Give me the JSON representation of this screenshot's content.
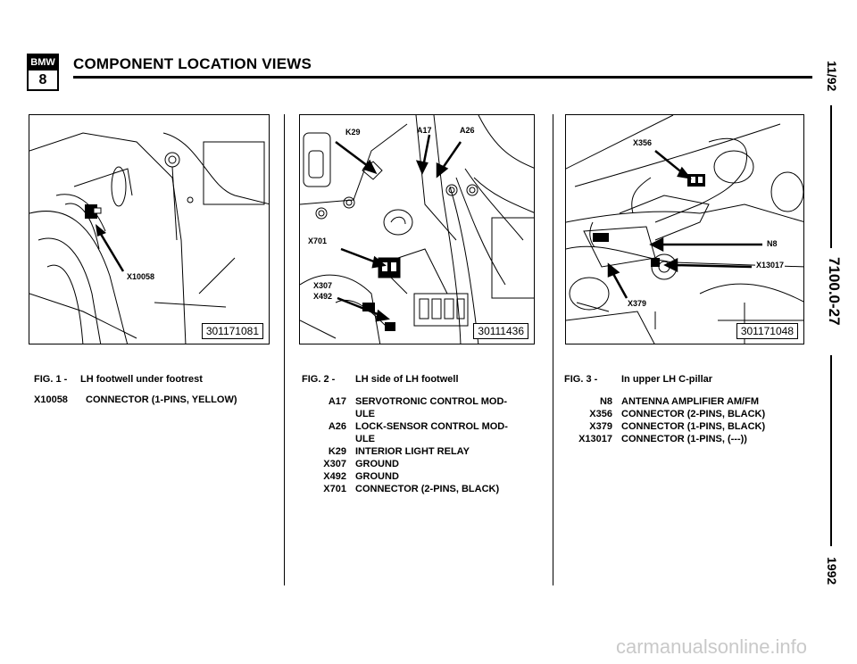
{
  "header": {
    "brand_top": "BMW",
    "brand_bottom": "8",
    "title": "COMPONENT LOCATION VIEWS"
  },
  "side": {
    "date": "11/92",
    "page_code": "7100.0-27",
    "year": "1992"
  },
  "figures": [
    {
      "part_number": "301171081",
      "callouts": [
        "X10058"
      ],
      "caption_label": "FIG. 1 -",
      "caption_text": "LH footwell under footrest",
      "legend": [
        {
          "code": "X10058",
          "desc": "CONNECTOR (1-PINS, YELLOW)"
        }
      ]
    },
    {
      "part_number": "30111436",
      "callouts": [
        "K29",
        "A17",
        "A26",
        "X701",
        "X307",
        "X492"
      ],
      "caption_label": "FIG. 2 -",
      "caption_text": "LH side of LH footwell",
      "legend": [
        {
          "code": "A17",
          "desc": "SERVOTRONIC CONTROL MOD-",
          "desc2": "ULE"
        },
        {
          "code": "A26",
          "desc": "LOCK-SENSOR CONTROL MOD-",
          "desc2": "ULE"
        },
        {
          "code": "K29",
          "desc": "INTERIOR LIGHT RELAY"
        },
        {
          "code": "X307",
          "desc": "GROUND"
        },
        {
          "code": "X492",
          "desc": "GROUND"
        },
        {
          "code": "X701",
          "desc": "CONNECTOR (2-PINS, BLACK)"
        }
      ]
    },
    {
      "part_number": "301171048",
      "callouts": [
        "X356",
        "N8",
        "X13017",
        "X379"
      ],
      "caption_label": "FIG. 3 -",
      "caption_text": "In upper LH C-pillar",
      "legend": [
        {
          "code": "N8",
          "desc": "ANTENNA AMPLIFIER AM/FM"
        },
        {
          "code": "X356",
          "desc": "CONNECTOR (2-PINS, BLACK)"
        },
        {
          "code": "X379",
          "desc": "CONNECTOR (1-PINS, BLACK)"
        },
        {
          "code": "X13017",
          "desc": "CONNECTOR (1-PINS, (---))"
        }
      ]
    }
  ],
  "footer": {
    "watermark": "carmanualsonline.info"
  }
}
